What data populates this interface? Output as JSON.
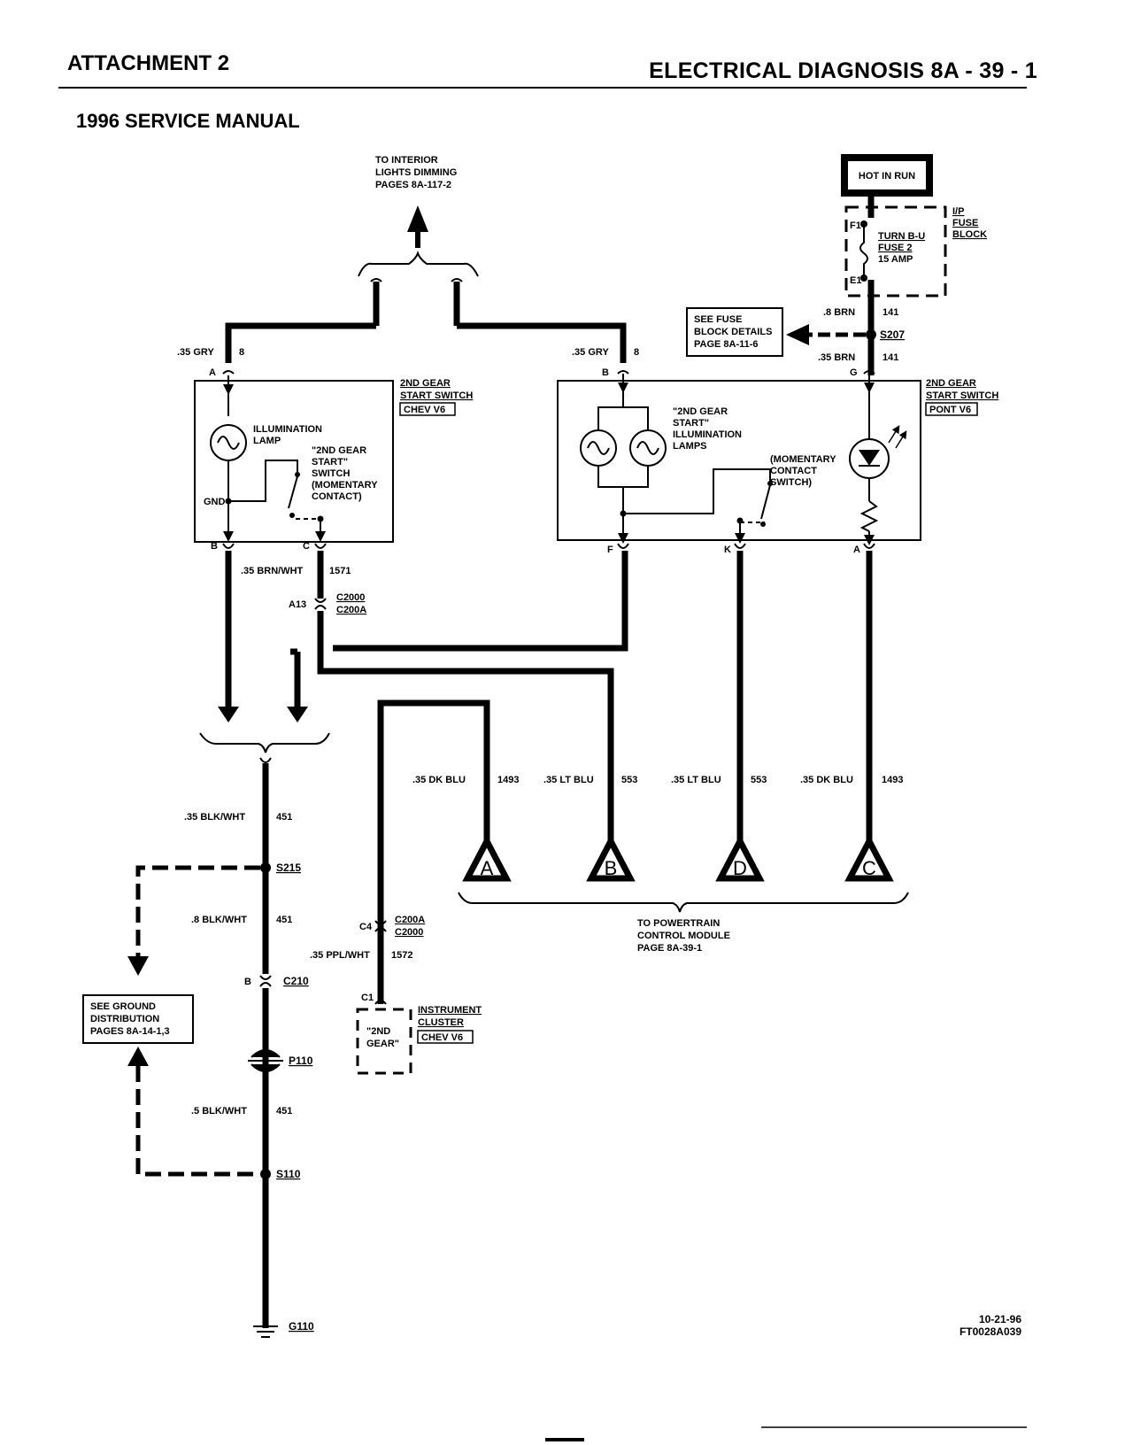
{
  "header": {
    "left": "ATTACHMENT 2",
    "right": "ELECTRICAL DIAGNOSIS  8A - 39 - 1",
    "subtitle": "1996 SERVICE MANUAL"
  },
  "top_ref": {
    "line1": "TO INTERIOR",
    "line2": "LIGHTS DIMMING",
    "line3": "PAGES 8A-117-2"
  },
  "hot_box": "HOT IN RUN",
  "fuse_block": {
    "title1": "I/P",
    "title2": "FUSE",
    "title3": "BLOCK",
    "pin_top": "F1",
    "pin_bottom": "E1",
    "fuse_line1": "TURN B-U",
    "fuse_line2": "FUSE 2",
    "fuse_line3": "15 AMP"
  },
  "fuse_ref": {
    "line1": "SEE FUSE",
    "line2": "BLOCK DETAILS",
    "line3": "PAGE 8A-11-6"
  },
  "splices": {
    "s207": "S207",
    "s215": "S215",
    "s110": "S110"
  },
  "wires": {
    "w_top_brn_gauge": ".8 BRN",
    "w_top_brn_circuit": "141",
    "w_brn_gauge": ".35 BRN",
    "w_brn_circuit": "141",
    "w_gry_left_gauge": ".35 GRY",
    "w_gry_left_circuit": "8",
    "w_gry_right_gauge": ".35 GRY",
    "w_gry_right_circuit": "8",
    "w_brnwht_gauge": ".35 BRN/WHT",
    "w_brnwht_circuit": "1571",
    "w_dkblu1_gauge": ".35 DK BLU",
    "w_dkblu1_circuit": "1493",
    "w_ltblu1_gauge": ".35 LT BLU",
    "w_ltblu1_circuit": "553",
    "w_ltblu2_gauge": ".35 LT BLU",
    "w_ltblu2_circuit": "553",
    "w_dkblu2_gauge": ".35 DK BLU",
    "w_dkblu2_circuit": "1493",
    "w_blkwht1_gauge": ".35 BLK/WHT",
    "w_blkwht1_circuit": "451",
    "w_blkwht2_gauge": ".8 BLK/WHT",
    "w_blkwht2_circuit": "451",
    "w_blkwht3_gauge": ".5 BLK/WHT",
    "w_blkwht3_circuit": "451",
    "w_pplwht_gauge": ".35 PPL/WHT",
    "w_pplwht_circuit": "1572"
  },
  "left_switch": {
    "title1": "2ND GEAR",
    "title2": "START SWITCH",
    "badge": "CHEV V6",
    "lamp1": "ILLUMINATION",
    "lamp2": "LAMP",
    "sw1": "\"2ND GEAR",
    "sw2": "START\"",
    "sw3": "SWITCH",
    "sw4": "(MOMENTARY",
    "sw5": "CONTACT)",
    "gnd": "GND",
    "pin_a": "A",
    "pin_b": "B",
    "pin_c": "C"
  },
  "right_switch": {
    "title1": "2ND GEAR",
    "title2": "START SWITCH",
    "badge": "PONT V6",
    "lamps1": "\"2ND GEAR",
    "lamps2": "START\"",
    "lamps3": "ILLUMINATION",
    "lamps4": "LAMPS",
    "sw1": "(MOMENTARY",
    "sw2": "CONTACT",
    "sw3": "SWITCH)",
    "pin_b": "B",
    "pin_g": "G",
    "pin_f": "F",
    "pin_k": "K",
    "pin_a": "A"
  },
  "connectors": {
    "c2000_pin": "A13",
    "c2000_a": "C2000",
    "c2000_b": "C200A",
    "c200a_pin": "C4",
    "c200a_a": "C200A",
    "c200a_b": "C2000",
    "c210_pin": "B",
    "c210": "C210",
    "p110": "P110",
    "g110": "G110"
  },
  "pcm_triangles": [
    "A",
    "B",
    "D",
    "C"
  ],
  "pcm_ref": {
    "line1": "TO POWERTRAIN",
    "line2": "CONTROL MODULE",
    "line3": "PAGE 8A-39-1"
  },
  "ground_ref": {
    "line1": "SEE GROUND",
    "line2": "DISTRIBUTION",
    "line3": "PAGES 8A-14-1,3"
  },
  "cluster": {
    "pin": "C1",
    "title1": "INSTRUMENT",
    "title2": "CLUSTER",
    "badge": "CHEV V6",
    "inner1": "\"2ND",
    "inner2": "GEAR\""
  },
  "footer": {
    "date": "10-21-96",
    "code": "FT0028A039"
  }
}
